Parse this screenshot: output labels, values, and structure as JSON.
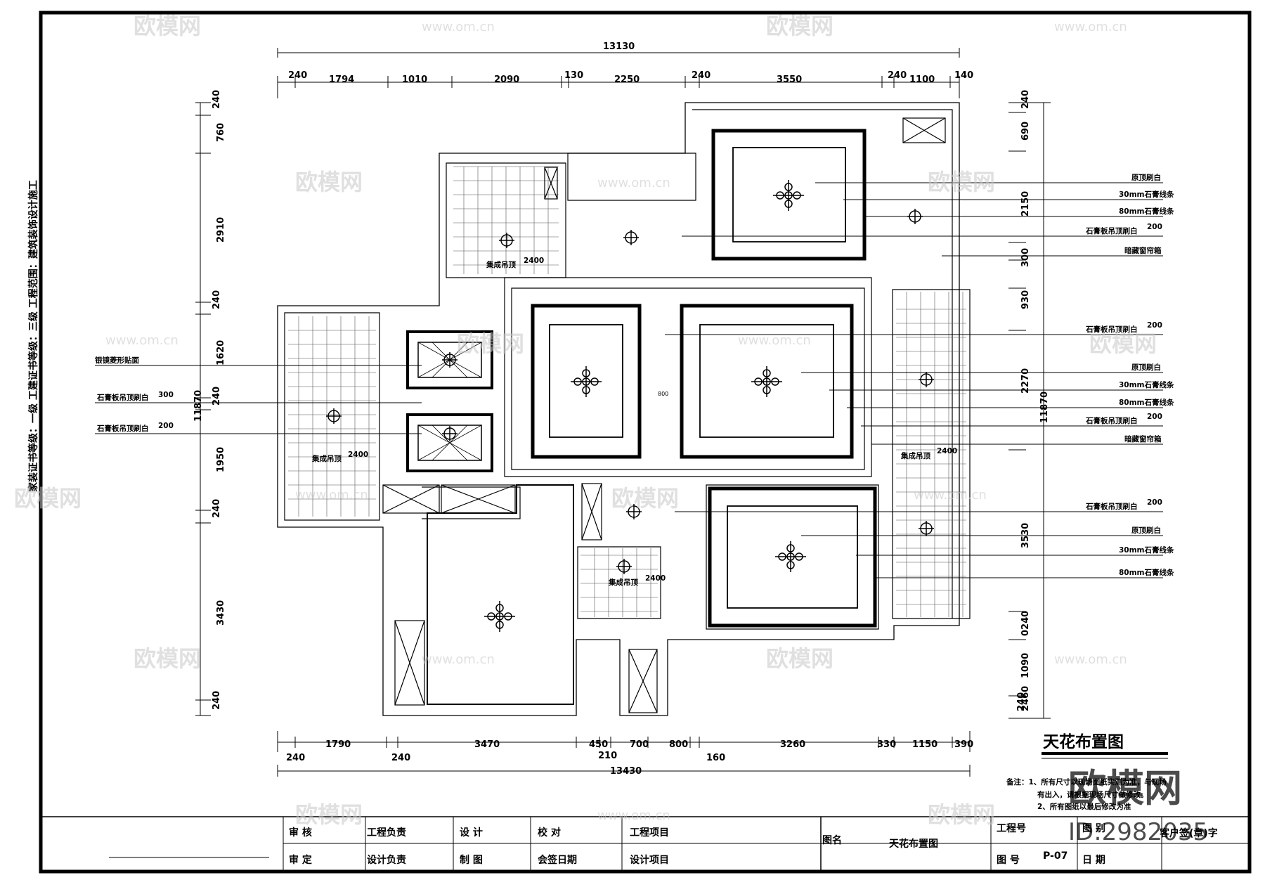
{
  "drawing_title": "天花布置图",
  "side_text": "家装证书等级：一级   工建证书等级：三级   工程范围：建筑装饰设计施工",
  "notes": {
    "line1": "备注：1、所有尺寸以现场图纸实测为准，与现场",
    "line2": "有出入，请根据现场尺寸做修改。",
    "line3": "2、所有图纸以最后修改为准"
  },
  "dims_top": {
    "total": "13130",
    "segments": [
      "240",
      "1794",
      "1010",
      "2090",
      "130",
      "2250",
      "240",
      "3550",
      "240",
      "1100",
      "140"
    ]
  },
  "dims_bottom": {
    "total": "13430",
    "upper": [
      "1790",
      "3470",
      "450",
      "700",
      "800",
      "3260",
      "330",
      "1150",
      "390"
    ],
    "lower": [
      "240",
      "240",
      "210",
      "160"
    ]
  },
  "dims_left": {
    "total": "11870",
    "segments": [
      "240",
      "760",
      "2910",
      "240",
      "1620",
      "240",
      "1950",
      "240",
      "3430",
      "240"
    ]
  },
  "dims_right": {
    "total": "11870",
    "segments": [
      "240",
      "690",
      "2150",
      "300",
      "930",
      "2270",
      "3530",
      "0240",
      "1090",
      "240",
      "2460"
    ]
  },
  "room_labels": {
    "ceiling_a": "集成吊顶",
    "ceiling_a_h": "2400",
    "ceiling_b": "集成吊顶",
    "ceiling_b_h": "2400",
    "ceiling_c": "集成吊顶",
    "ceiling_c_h": "2400",
    "ceiling_d": "集成吊顶",
    "ceiling_d_h": "2400",
    "center_small": "800"
  },
  "left_callouts": [
    "银镜菱形贴面",
    "石膏板吊顶刷白",
    "石膏板吊顶刷白"
  ],
  "left_callout_heights": [
    "",
    "300",
    "200"
  ],
  "right_callouts": [
    {
      "text": "原顶刷白",
      "h": ""
    },
    {
      "text": "30mm石膏线条",
      "h": ""
    },
    {
      "text": "80mm石膏线条",
      "h": ""
    },
    {
      "text": "石膏板吊顶刷白",
      "h": "200"
    },
    {
      "text": "暗藏窗帘箱",
      "h": ""
    },
    {
      "text": "石膏板吊顶刷白",
      "h": "200"
    },
    {
      "text": "原顶刷白",
      "h": ""
    },
    {
      "text": "30mm石膏线条",
      "h": ""
    },
    {
      "text": "80mm石膏线条",
      "h": ""
    },
    {
      "text": "石膏板吊顶刷白",
      "h": "200"
    },
    {
      "text": "暗藏窗帘箱",
      "h": ""
    },
    {
      "text": "石膏板吊顶刷白",
      "h": "200"
    },
    {
      "text": "原顶刷白",
      "h": ""
    },
    {
      "text": "30mm石膏线条",
      "h": ""
    },
    {
      "text": "80mm石膏线条",
      "h": ""
    }
  ],
  "title_block": {
    "review": "审 核",
    "approve": "审 定",
    "eng_lead": "工程负责",
    "design_lead": "设计负责",
    "design": "设 计",
    "draft": "制 图",
    "check": "校 对",
    "sign_date": "会签日期",
    "eng_item": "工程项目",
    "design_item": "设计项目",
    "drawing_name_label": "图名",
    "drawing_name": "天花布置图",
    "project_no": "工程号",
    "drawing_no_label": "图 号",
    "drawing_no": "P-07",
    "category": "图 别",
    "date": "日 期",
    "client": "客户签(章)字"
  },
  "watermark": {
    "brand": "欧模网",
    "url": "www.om.cn",
    "id": "ID:2982035"
  }
}
